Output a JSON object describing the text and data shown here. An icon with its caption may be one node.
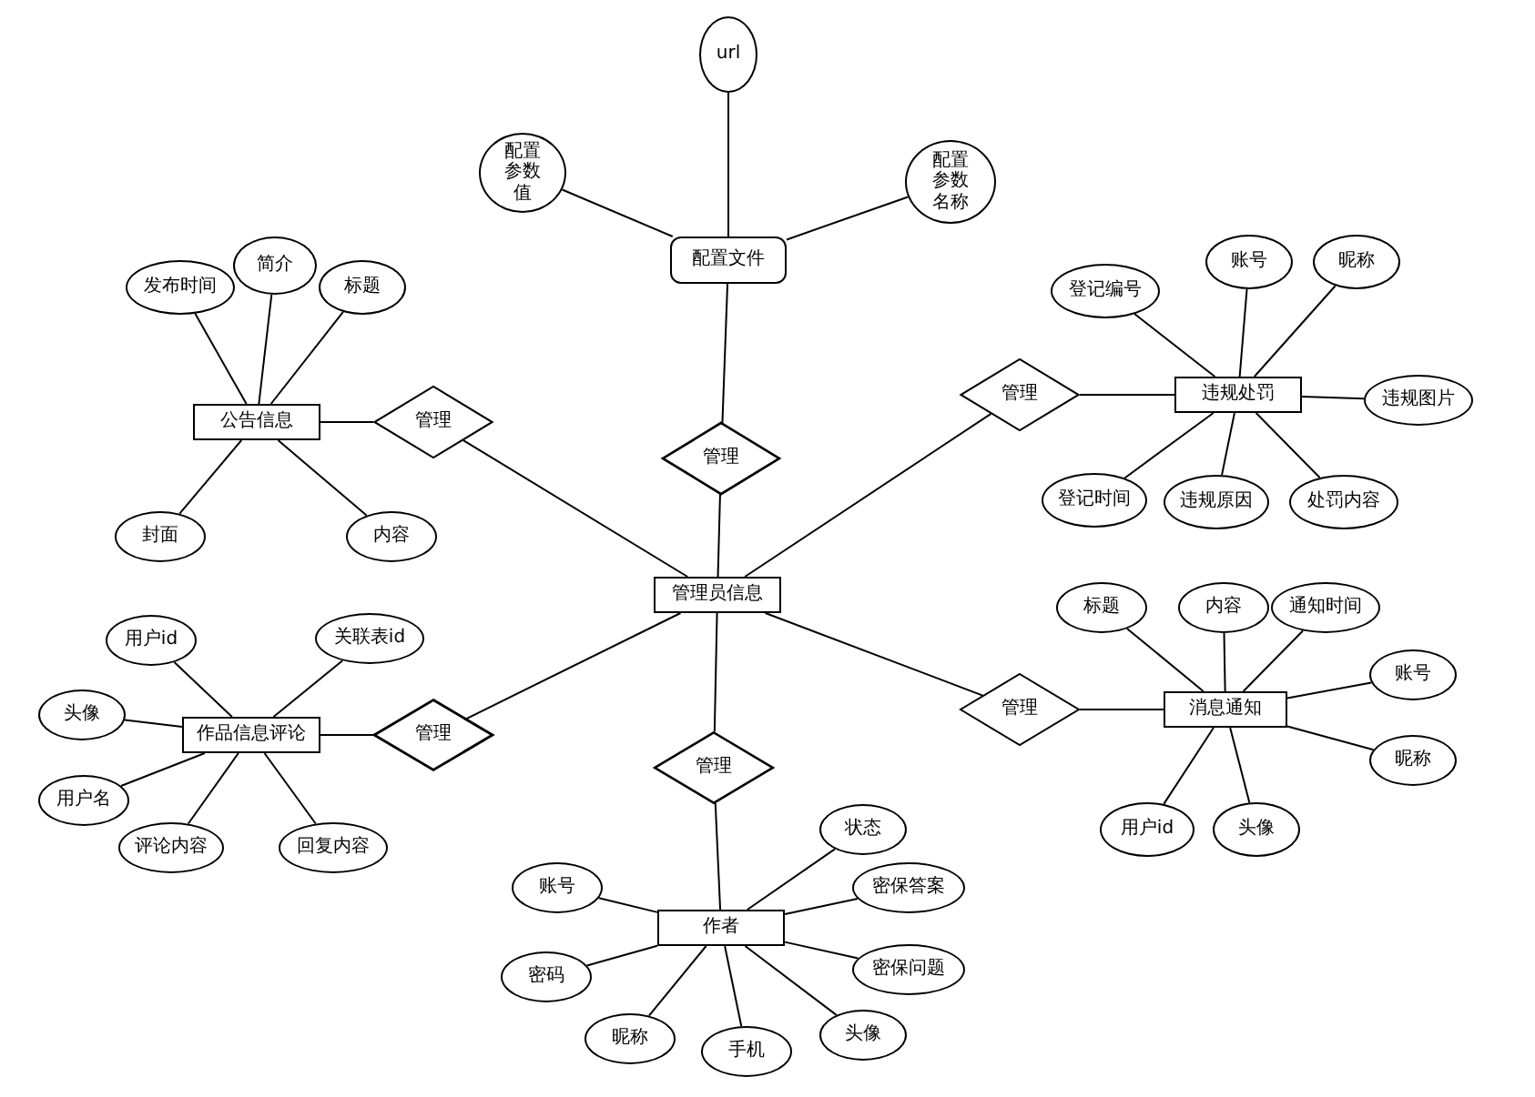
{
  "diagram": {
    "nodes": [
      {
        "text": [
          "url"
        ]
      },
      {
        "text": [
          "配置参数值"
        ]
      },
      {
        "text": [
          "配置参数名称"
        ]
      },
      {
        "text": [
          "配置文件"
        ]
      },
      {
        "text": [
          "管理"
        ]
      },
      {
        "text": [
          "发布时间"
        ]
      },
      {
        "text": [
          "简介"
        ]
      },
      {
        "text": [
          "标题"
        ]
      },
      {
        "text": [
          "公告信息"
        ]
      },
      {
        "text": [
          "管理"
        ]
      },
      {
        "text": [
          "封面"
        ]
      },
      {
        "text": [
          "内容"
        ]
      },
      {
        "text": [
          "登记编号"
        ]
      },
      {
        "text": [
          "账号"
        ]
      },
      {
        "text": [
          "昵称"
        ]
      },
      {
        "text": [
          "管理"
        ]
      },
      {
        "text": [
          "违规处罚"
        ]
      },
      {
        "text": [
          "违规图片"
        ]
      },
      {
        "text": [
          "登记时间"
        ]
      },
      {
        "text": [
          "违规原因"
        ]
      },
      {
        "text": [
          "处罚内容"
        ]
      },
      {
        "text": [
          "管理员信息"
        ]
      },
      {
        "text": [
          "用户id"
        ]
      },
      {
        "text": [
          "关联表id"
        ]
      },
      {
        "text": [
          "头像"
        ]
      },
      {
        "text": [
          "作品信息评论"
        ]
      },
      {
        "text": [
          "管理"
        ]
      },
      {
        "text": [
          "用户名"
        ]
      },
      {
        "text": [
          "评论内容"
        ]
      },
      {
        "text": [
          "回复内容"
        ]
      },
      {
        "text": [
          "标题"
        ]
      },
      {
        "text": [
          "内容"
        ]
      },
      {
        "text": [
          "通知时间"
        ]
      },
      {
        "text": [
          "账号"
        ]
      },
      {
        "text": [
          "管理"
        ]
      },
      {
        "text": [
          "消息通知"
        ]
      },
      {
        "text": [
          "昵称"
        ]
      },
      {
        "text": [
          "用户id"
        ]
      },
      {
        "text": [
          "头像"
        ]
      },
      {
        "text": [
          "管理"
        ]
      },
      {
        "text": [
          "状态"
        ]
      },
      {
        "text": [
          "账号"
        ]
      },
      {
        "text": [
          "密保答案"
        ]
      },
      {
        "text": [
          "作者"
        ]
      },
      {
        "text": [
          "密码"
        ]
      },
      {
        "text": [
          "密保问题"
        ]
      },
      {
        "text": [
          "昵称"
        ]
      },
      {
        "text": [
          "手机"
        ]
      },
      {
        "text": [
          "头像"
        ]
      }
    ],
    "edges": [
      {
        "from": 0,
        "to": 3,
        "arrow": "none"
      },
      {
        "from": 1,
        "to": 3,
        "arrow": "none"
      },
      {
        "from": 2,
        "to": 3,
        "arrow": "none"
      },
      {
        "from": 3,
        "to": 4,
        "arrow": "none"
      },
      {
        "from": 4,
        "to": 21,
        "arrow": "none"
      },
      {
        "from": 5,
        "to": 8,
        "arrow": "none"
      },
      {
        "from": 6,
        "to": 8,
        "arrow": "none"
      },
      {
        "from": 7,
        "to": 8,
        "arrow": "none"
      },
      {
        "from": 10,
        "to": 8,
        "arrow": "none"
      },
      {
        "from": 11,
        "to": 8,
        "arrow": "none"
      },
      {
        "from": 8,
        "to": 9,
        "arrow": "none"
      },
      {
        "from": 9,
        "to": 21,
        "arrow": "none"
      },
      {
        "from": 12,
        "to": 16,
        "arrow": "none"
      },
      {
        "from": 13,
        "to": 16,
        "arrow": "none"
      },
      {
        "from": 14,
        "to": 16,
        "arrow": "none"
      },
      {
        "from": 17,
        "to": 16,
        "arrow": "none"
      },
      {
        "from": 18,
        "to": 16,
        "arrow": "none"
      },
      {
        "from": 19,
        "to": 16,
        "arrow": "none"
      },
      {
        "from": 20,
        "to": 16,
        "arrow": "none"
      },
      {
        "from": 16,
        "to": 15,
        "arrow": "none"
      },
      {
        "from": 15,
        "to": 21,
        "arrow": "none"
      },
      {
        "from": 22,
        "to": 25,
        "arrow": "none"
      },
      {
        "from": 23,
        "to": 25,
        "arrow": "none"
      },
      {
        "from": 24,
        "to": 25,
        "arrow": "none"
      },
      {
        "from": 27,
        "to": 25,
        "arrow": "none"
      },
      {
        "from": 28,
        "to": 25,
        "arrow": "none"
      },
      {
        "from": 29,
        "to": 25,
        "arrow": "none"
      },
      {
        "from": 25,
        "to": 26,
        "arrow": "none"
      },
      {
        "from": 26,
        "to": 21,
        "arrow": "none"
      },
      {
        "from": 30,
        "to": 35,
        "arrow": "none"
      },
      {
        "from": 31,
        "to": 35,
        "arrow": "none"
      },
      {
        "from": 32,
        "to": 35,
        "arrow": "none"
      },
      {
        "from": 33,
        "to": 35,
        "arrow": "none"
      },
      {
        "from": 36,
        "to": 35,
        "arrow": "none"
      },
      {
        "from": 37,
        "to": 35,
        "arrow": "none"
      },
      {
        "from": 38,
        "to": 35,
        "arrow": "none"
      },
      {
        "from": 35,
        "to": 34,
        "arrow": "none"
      },
      {
        "from": 34,
        "to": 21,
        "arrow": "none"
      },
      {
        "from": 21,
        "to": 39,
        "arrow": "none"
      },
      {
        "from": 39,
        "to": 43,
        "arrow": "none"
      },
      {
        "from": 40,
        "to": 43,
        "arrow": "none"
      },
      {
        "from": 41,
        "to": 43,
        "arrow": "none"
      },
      {
        "from": 42,
        "to": 43,
        "arrow": "none"
      },
      {
        "from": 44,
        "to": 43,
        "arrow": "none"
      },
      {
        "from": 45,
        "to": 43,
        "arrow": "none"
      },
      {
        "from": 46,
        "to": 43,
        "arrow": "none"
      },
      {
        "from": 47,
        "to": 43,
        "arrow": "none"
      },
      {
        "from": 48,
        "to": 43,
        "arrow": "none"
      }
    ]
  }
}
